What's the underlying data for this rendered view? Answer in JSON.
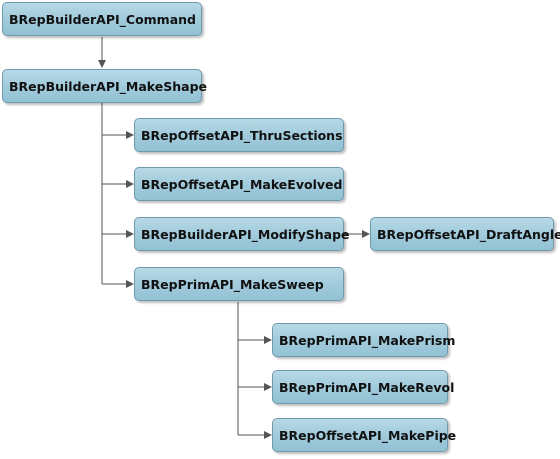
{
  "nodes": {
    "command": "BRepBuilderAPI_Command",
    "make_shape": "BRepBuilderAPI_MakeShape",
    "thru_sections": "BRepOffsetAPI_ThruSections",
    "make_evolved": "BRepOffsetAPI_MakeEvolved",
    "modify_shape": "BRepBuilderAPI_ModifyShape",
    "draft_angle": "BRepOffsetAPI_DraftAngle",
    "make_sweep": "BRepPrimAPI_MakeSweep",
    "make_prism": "BRepPrimAPI_MakePrism",
    "make_revol": "BRepPrimAPI_MakeRevol",
    "make_pipe": "BRepOffsetAPI_MakePipe"
  },
  "colors": {
    "box_fill": "#9fcadb",
    "box_border": "#6f9aad",
    "connector": "#555555"
  }
}
